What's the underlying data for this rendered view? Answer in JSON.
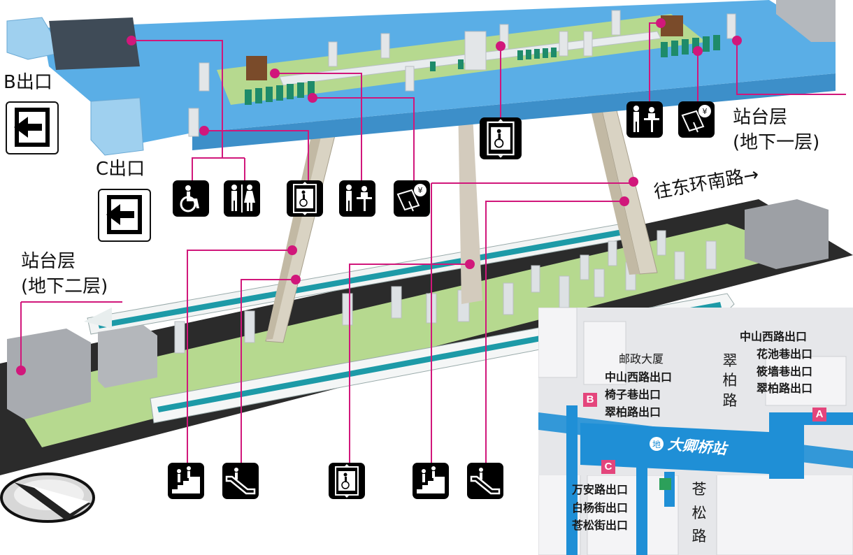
{
  "labels": {
    "exit_b": "B出口",
    "exit_c": "C出口",
    "platform_upper_line1": "站台层",
    "platform_upper_line2": "(地下一层)",
    "platform_lower_line1": "站台层",
    "platform_lower_line2": "(地下二层)",
    "direction": "往东环南路→"
  },
  "icons": {
    "accessible_toilet": "wheelchair-icon",
    "restroom": "restroom-icon",
    "elevator": "elevator-icon",
    "service_desk": "service-counter-icon",
    "ticket_machine": "ticket-machine-icon",
    "stairs": "stairs-icon",
    "escalator": "escalator-icon",
    "exit": "exit-arrow-icon",
    "compass": "compass-north-icon"
  },
  "colors": {
    "leader_line": "#d1177b",
    "concourse_floor": "#5aaee6",
    "platform_floor": "#b6d98f",
    "track": "#2b2b2b",
    "exit_badge": "#e4457c",
    "map_line": "#1f8fd6"
  },
  "map": {
    "station_name": "大卿桥站",
    "building": "邮政大厦",
    "exit_a_label": "A",
    "exit_b_label": "B",
    "exit_c_label": "C",
    "exit_a_lines": [
      "中山西路出口",
      "花池巷出口",
      "筱墙巷出口",
      "翠柏路出口"
    ],
    "exit_b_lines": [
      "中山西路出口",
      "椅子巷出口",
      "翠柏路出口"
    ],
    "exit_c_lines": [
      "万安路出口",
      "白杨街出口",
      "苍松街出口"
    ],
    "road_cuibai": [
      "翠",
      "柏",
      "路"
    ],
    "road_cangsong": [
      "苍",
      "松",
      "路"
    ]
  }
}
